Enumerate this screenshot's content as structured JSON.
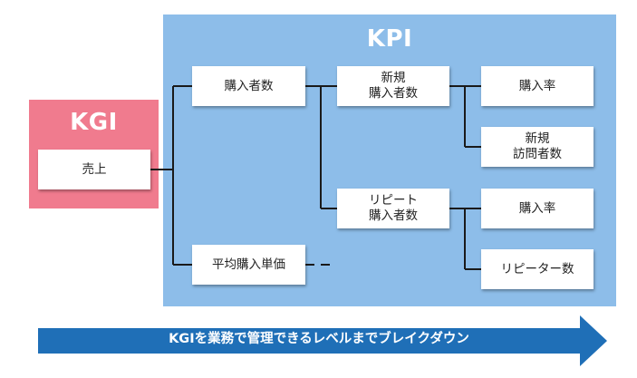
{
  "kpi_panel": {
    "title": "KPI",
    "color": "#8dbde9"
  },
  "kgi_panel": {
    "title": "KGI",
    "color": "#f07b8e"
  },
  "nodes": {
    "sales": "売上",
    "purchasers": "購入者数",
    "avg_price": "平均購入単価",
    "new_purchasers": "新規\n購入者数",
    "repeat_purchasers": "リピート\n購入者数",
    "new_purchase_rate": "購入率",
    "new_visitors": "新規\n訪問者数",
    "repeat_purchase_rate": "購入率",
    "repeaters": "リピーター数"
  },
  "arrow": {
    "label": "KGIを業務で管理できるレベルまでブレイクダウン",
    "color": "#1f6fb7"
  },
  "connector_color": "#1a1a1a"
}
